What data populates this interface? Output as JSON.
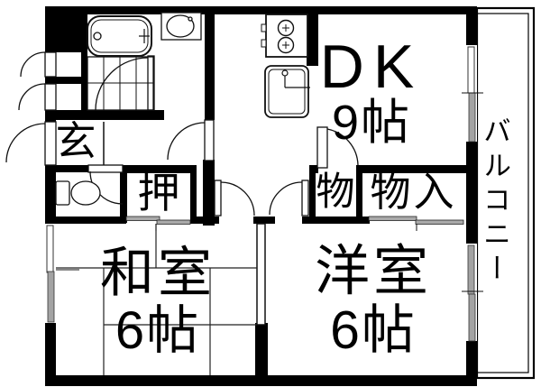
{
  "floorplan": {
    "type": "apartment-floorplan-2dk",
    "colors": {
      "wall": "#000000",
      "floor": "#ffffff",
      "glass": "#a3a3a3",
      "line": "#1a1a1a"
    },
    "rooms": {
      "dk": {
        "name": "DK",
        "size": "9帖"
      },
      "washitsu": {
        "name": "和室",
        "size": "6帖"
      },
      "youshitsu": {
        "name": "洋室",
        "size": "6帖"
      },
      "balcony": {
        "name": "バルコニー"
      },
      "genkan": {
        "name": "玄"
      },
      "oshiire": {
        "name": "押"
      },
      "storage_small": {
        "name": "物"
      },
      "storage_large": {
        "name": "物入"
      }
    }
  }
}
